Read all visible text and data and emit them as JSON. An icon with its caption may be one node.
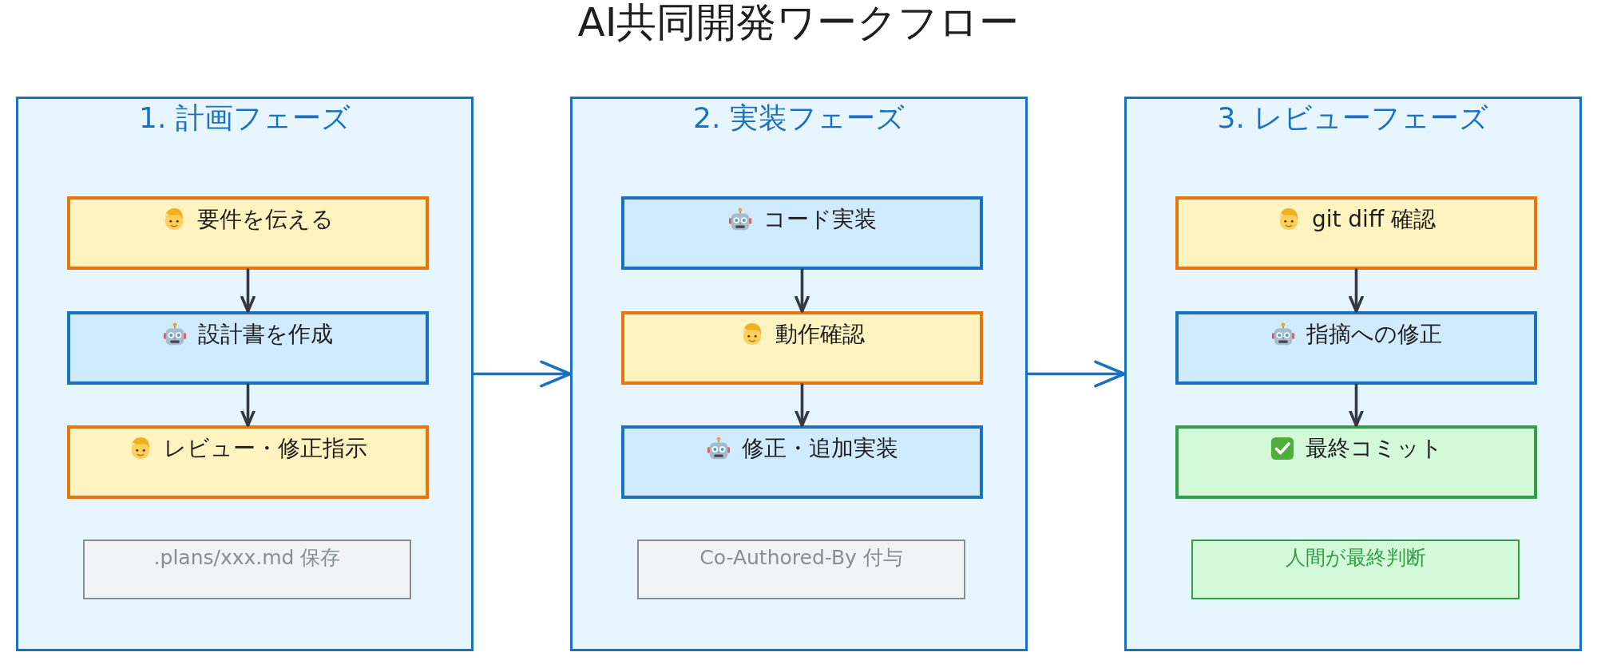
{
  "diagram": {
    "title": "AI共同開発ワークフロー",
    "nodes": [
      {
        "text": [
          "1. 計画フェーズ"
        ]
      },
      {
        "text": [
          "要件を伝える"
        ],
        "in": 0
      },
      {
        "text": [
          "設計書を作成"
        ],
        "in": 0
      },
      {
        "text": [
          "レビュー・修正指示"
        ],
        "in": 0
      },
      {
        "text": [
          ".plans/xxx.md 保存"
        ],
        "in": 0
      },
      {
        "text": [
          "2. 実装フェーズ"
        ]
      },
      {
        "text": [
          "コード実装"
        ],
        "in": 5
      },
      {
        "text": [
          "動作確認"
        ],
        "in": 5
      },
      {
        "text": [
          "修正・追加実装"
        ],
        "in": 5
      },
      {
        "text": [
          "Co-Authored-By 付与"
        ],
        "in": 5
      },
      {
        "text": [
          "3. レビューフェーズ"
        ]
      },
      {
        "text": [
          "git diff 確認"
        ],
        "in": 10
      },
      {
        "text": [
          "指摘への修正"
        ],
        "in": 10
      },
      {
        "text": [
          "最終コミット"
        ],
        "in": 10
      },
      {
        "text": [
          "人間が最終判断"
        ],
        "in": 10
      }
    ],
    "edges": [
      {
        "from": 1,
        "to": 2,
        "arrow": "to"
      },
      {
        "from": 2,
        "to": 3,
        "arrow": "to"
      },
      {
        "from": 0,
        "to": 5,
        "arrow": "to",
        "color": "#1971c2"
      },
      {
        "from": 6,
        "to": 7,
        "arrow": "to"
      },
      {
        "from": 7,
        "to": 8,
        "arrow": "to"
      },
      {
        "from": 5,
        "to": 10,
        "arrow": "to",
        "color": "#1971c2"
      },
      {
        "from": 11,
        "to": 12,
        "arrow": "to"
      },
      {
        "from": 12,
        "to": 13,
        "arrow": "to"
      }
    ]
  }
}
